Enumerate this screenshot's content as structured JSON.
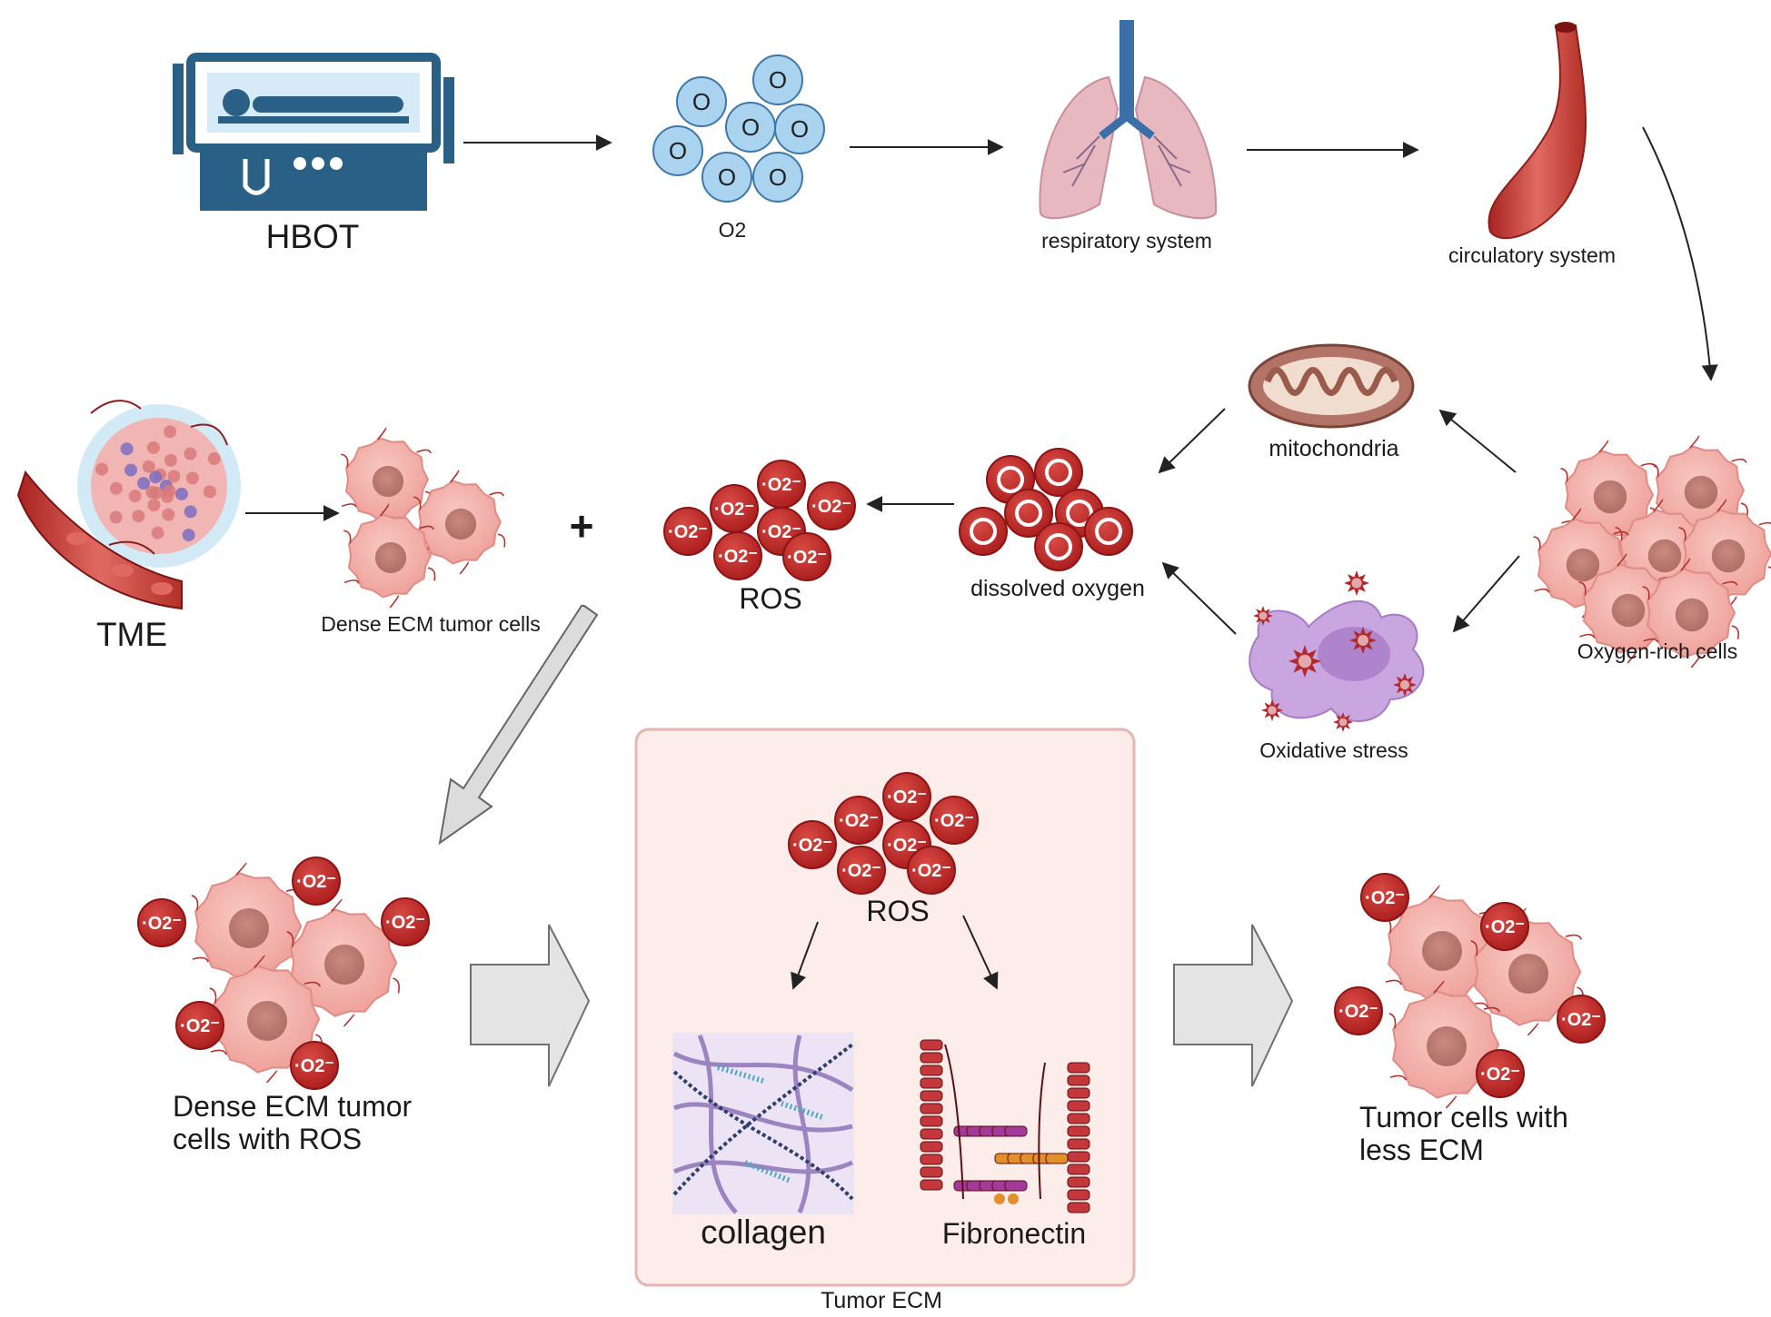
{
  "labels": {
    "hbot": "HBOT",
    "o2": "O2",
    "respiratory": "respiratory system",
    "circulatory": "circulatory system",
    "mitochondria": "mitochondria",
    "oxygen_rich": "Oxygen-rich cells",
    "oxidative_stress": "Oxidative stress",
    "dissolved_oxygen": "dissolved oxygen",
    "ros_top": "ROS",
    "plus": "+",
    "tme": "TME",
    "dense_ecm": "Dense ECM tumor cells",
    "dense_ecm_ros_line1": "Dense ECM tumor",
    "dense_ecm_ros_line2": "cells with ROS",
    "ros_box": "ROS",
    "collagen": "collagen",
    "fibronectin": "Fibronectin",
    "tumor_ecm": "Tumor ECM",
    "less_ecm_line1": "Tumor cells with",
    "less_ecm_line2": "less ECM"
  },
  "symbols": {
    "oxygen_letter": "O",
    "superoxide": "·O2⁻"
  },
  "colors": {
    "o2_fill": "#a9d3ee",
    "o2_stroke": "#3f78a8",
    "red_bubble": "#c42c2c",
    "red_bubble_stroke": "#8c1414",
    "tumor_cell": "#f4b3ae",
    "tumor_nucleus": "#d98e86",
    "box_fill": "#fcecea",
    "box_stroke": "#e8b4b0",
    "hbot_blue": "#2a5f86",
    "lung_pink": "#e8b8c0",
    "trachea_blue": "#3a6fa8",
    "vessel_red": "#c9403c",
    "mito_brown": "#b37366",
    "macrophage": "#c9a6e0",
    "big_arrow_fill": "#e4e4e4",
    "big_arrow_stroke": "#707070"
  },
  "icons": [
    "hyperbaric-chamber-icon",
    "lungs-icon",
    "blood-vessel-icon",
    "mitochondria-icon",
    "macrophage-icon",
    "tumor-microenvironment-icon",
    "collagen-fibers-icon",
    "fibronectin-icon"
  ]
}
